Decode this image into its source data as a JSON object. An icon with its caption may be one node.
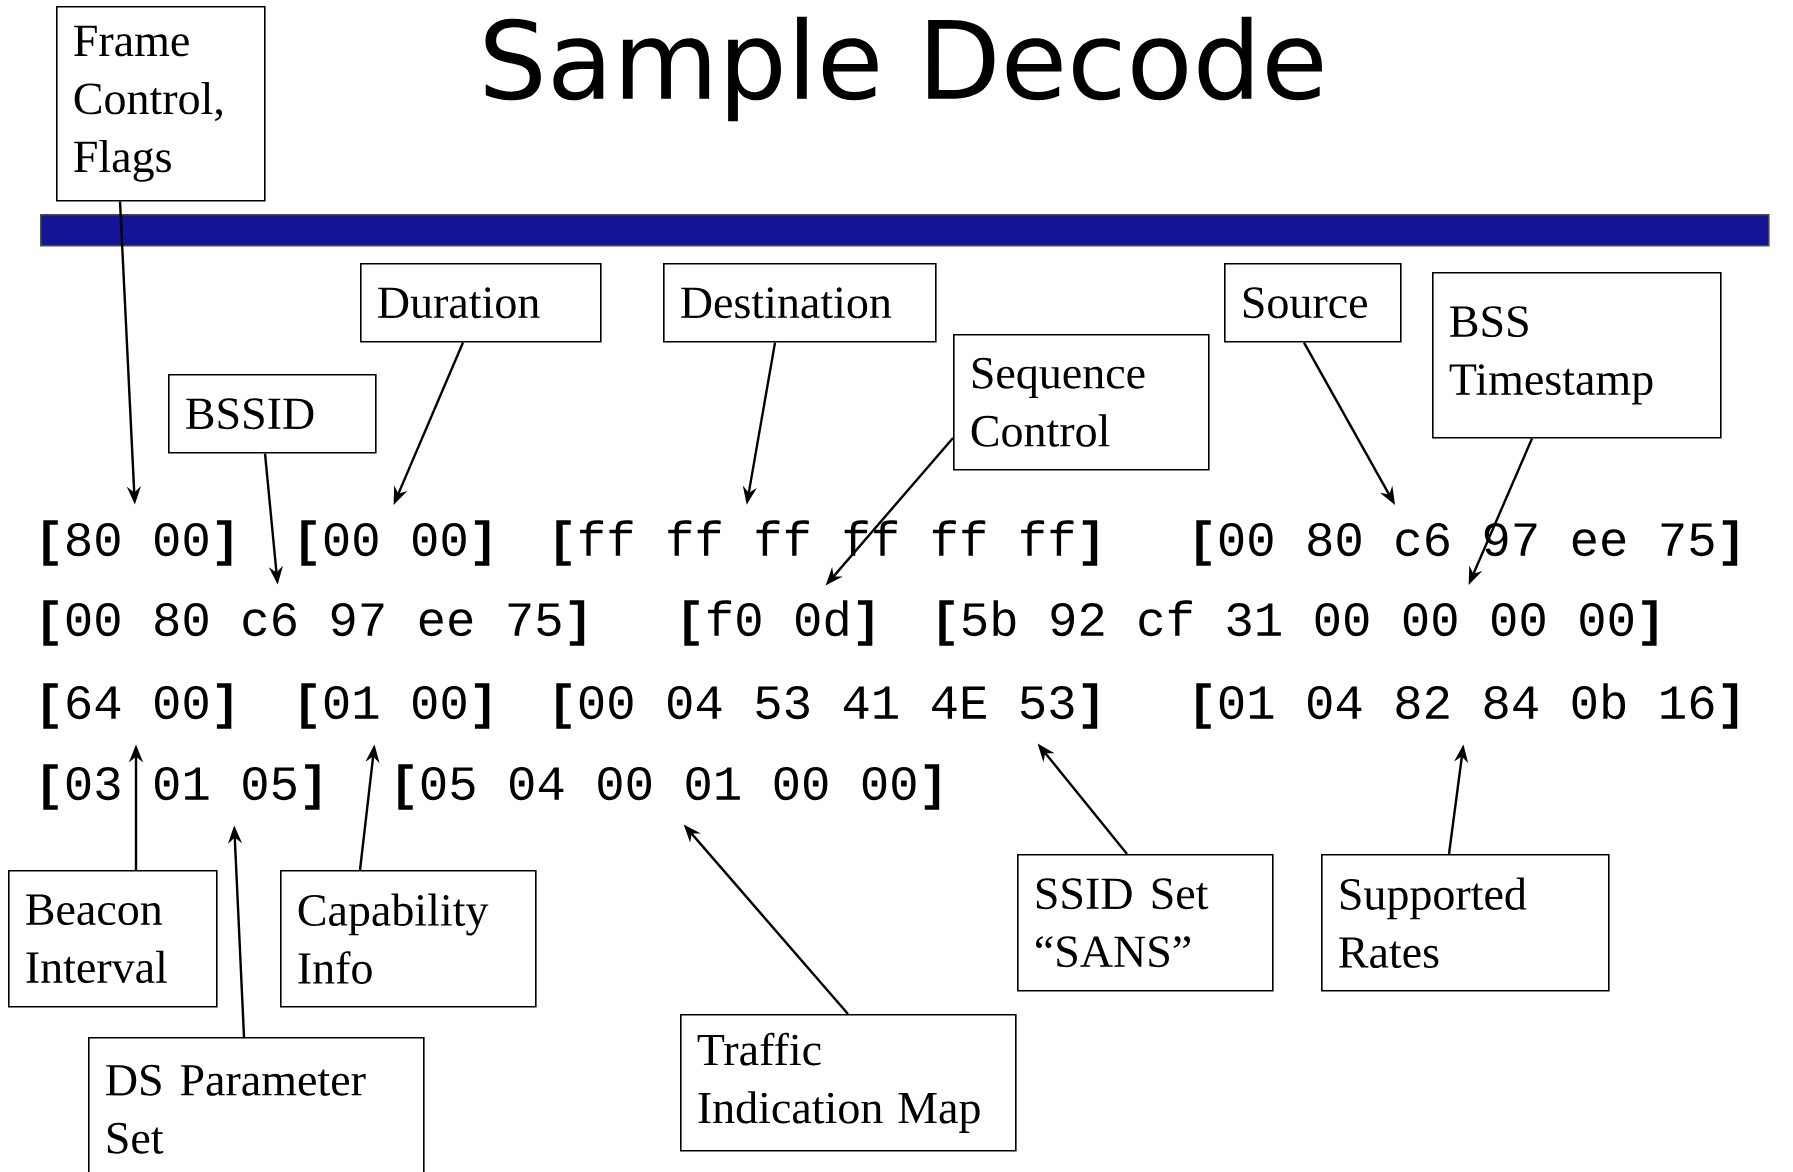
{
  "diagram": {
    "title": "Sample Decode",
    "nodes": [
      {
        "text": [
          "Frame Control, Flags"
        ]
      },
      {
        "text": [
          "Duration"
        ]
      },
      {
        "text": [
          "Destination"
        ]
      },
      {
        "text": [
          "Source"
        ]
      },
      {
        "text": [
          "BSS Timestamp"
        ]
      },
      {
        "text": [
          "Sequence Control"
        ]
      },
      {
        "text": [
          "BSSID"
        ]
      },
      {
        "text": [
          "**[**80 00**]**"
        ]
      },
      {
        "text": [
          "**[**00 00**]**"
        ]
      },
      {
        "text": [
          "**[**ff ff ff ff ff ff**]**"
        ]
      },
      {
        "text": [
          "**[**00 80 c6 97 ee 75**]**"
        ]
      },
      {
        "text": [
          "**[**00 80 c6 97 ee 75**]**"
        ]
      },
      {
        "text": [
          "**[**f0 0d**]**"
        ]
      },
      {
        "text": [
          "**[**5b 92 cf 31 00 00 00 00**]**"
        ]
      },
      {
        "text": [
          "**[**64 00**]**"
        ]
      },
      {
        "text": [
          "**[**01 00**]**"
        ]
      },
      {
        "text": [
          "**[**00 04 53 41 4E 53**]**"
        ]
      },
      {
        "text": [
          "**[**01 04 82 84 0b 16**]**"
        ]
      },
      {
        "text": [
          "**[**03 01 05**]**"
        ]
      },
      {
        "text": [
          "**[**05 04 00 01 00 00**]**"
        ]
      },
      {
        "text": [
          "Beacon Interval"
        ]
      },
      {
        "text": [
          "Capability Info"
        ]
      },
      {
        "text": [
          "SSID Set “SANS”"
        ]
      },
      {
        "text": [
          "Supported Rates"
        ]
      },
      {
        "text": [
          "DS Parameter Set"
        ]
      },
      {
        "text": [
          "Traffic Indication Map"
        ]
      },
      {
        "text": [],
        "shape": "bar"
      }
    ],
    "edges": [
      {
        "from": 0,
        "to": 7,
        "arrow": "to"
      },
      {
        "from": 1,
        "to": 8,
        "arrow": "to"
      },
      {
        "from": 2,
        "to": 9,
        "arrow": "to"
      },
      {
        "from": 3,
        "to": 10,
        "arrow": "to"
      },
      {
        "from": 4,
        "to": 13,
        "arrow": "to"
      },
      {
        "from": 5,
        "to": 12,
        "arrow": "to"
      },
      {
        "from": 6,
        "to": 11,
        "arrow": "to"
      },
      {
        "from": 20,
        "to": 14,
        "arrow": "to"
      },
      {
        "from": 21,
        "to": 15,
        "arrow": "to"
      },
      {
        "from": 24,
        "to": 18,
        "arrow": "to"
      },
      {
        "from": 25,
        "to": 19,
        "arrow": "to"
      },
      {
        "from": 22,
        "to": 16,
        "arrow": "to"
      },
      {
        "from": 23,
        "to": 17,
        "arrow": "to"
      }
    ]
  }
}
